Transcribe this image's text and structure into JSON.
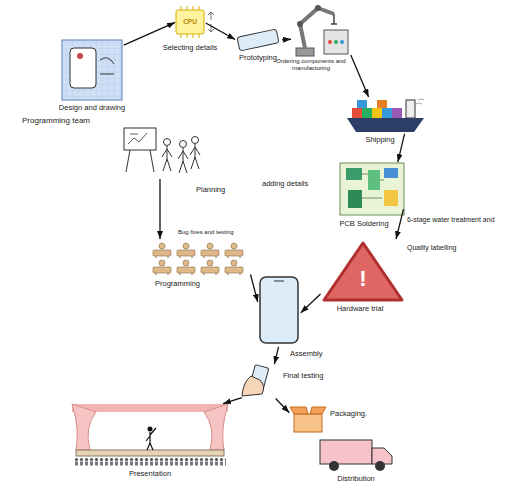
{
  "diagram": {
    "nodes": [
      {
        "text": [
          "Design and drawing"
        ]
      },
      {
        "text": [
          "CPU",
          "Selecting details"
        ]
      },
      {
        "text": [
          "Prototyping"
        ]
      },
      {
        "text": [
          "Ordering components and manufacturing"
        ]
      },
      {
        "text": [
          "Shipping"
        ]
      },
      {
        "text": [
          "PCB Soldering"
        ]
      },
      {
        "text": [
          "!",
          "Hardware trial"
        ]
      },
      {
        "text": [
          "Planning"
        ]
      },
      {
        "text": [
          "Programming"
        ]
      },
      {
        "text": [
          "Assembly"
        ]
      },
      {
        "text": [
          "Final testing"
        ]
      },
      {
        "text": [
          "Presentation"
        ]
      },
      {
        "text": [
          "Packaging."
        ]
      },
      {
        "text": [
          "Distribution"
        ]
      }
    ],
    "edges": [
      {
        "from": 0,
        "to": 1,
        "arrow": "to"
      },
      {
        "from": 1,
        "to": 2,
        "arrow": "to"
      },
      {
        "from": 2,
        "to": 3,
        "arrow": "to"
      },
      {
        "from": 3,
        "to": 4,
        "arrow": "to"
      },
      {
        "from": 4,
        "to": 5,
        "arrow": "to"
      },
      {
        "from": 5,
        "to": 6,
        "arrow": "to"
      },
      {
        "from": 6,
        "to": 9,
        "arrow": "to"
      },
      {
        "from": 7,
        "to": 8,
        "arrow": "to"
      },
      {
        "from": 8,
        "to": 9,
        "arrow": "to"
      },
      {
        "from": 9,
        "to": 10,
        "arrow": "to"
      },
      {
        "from": 10,
        "to": 11,
        "arrow": "to"
      },
      {
        "from": 10,
        "to": 12,
        "arrow": "to"
      }
    ],
    "labels": [
      "Programming team",
      "Bug fixes and testing",
      "adding details",
      "6-stage water treatment and",
      "Quality labelling"
    ]
  }
}
